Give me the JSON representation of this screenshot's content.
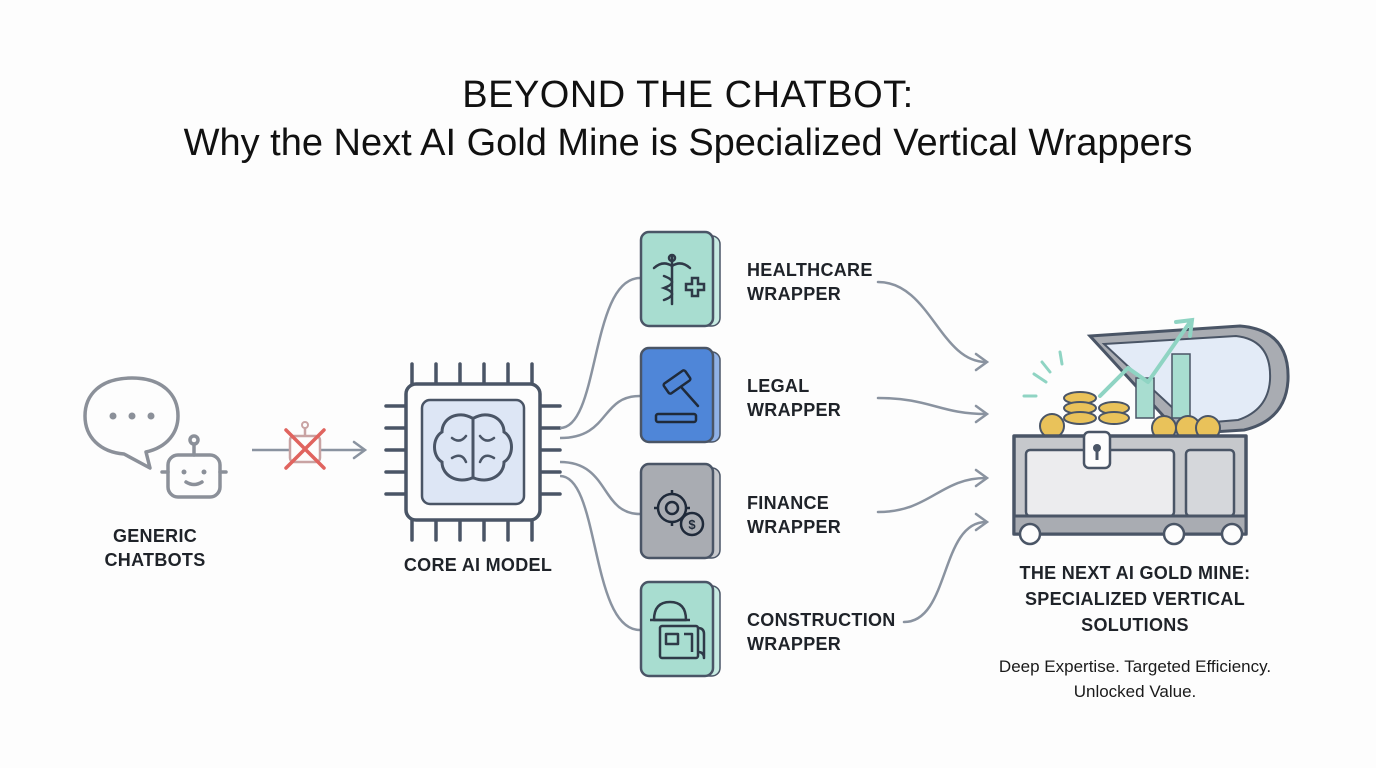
{
  "title": {
    "line1": "BEYOND THE CHATBOT:",
    "line2": "Why the Next AI Gold Mine is Specialized Vertical Wrappers"
  },
  "nodes": {
    "generic": {
      "line1": "GENERIC",
      "line2": "CHATBOTS",
      "icon": "chat-bubble-robot-icon"
    },
    "core": {
      "label": "CORE AI MODEL",
      "icon": "brain-chip-icon"
    },
    "wrappers": [
      {
        "line1": "HEALTHCARE",
        "line2": "WRAPPER",
        "icon": "caduceus-icon",
        "color": "#a8ddd0"
      },
      {
        "line1": "LEGAL",
        "line2": "WRAPPER",
        "icon": "gavel-icon",
        "color": "#4f86d8"
      },
      {
        "line1": "FINANCE",
        "line2": "WRAPPER",
        "icon": "gear-dollar-icon",
        "color": "#a9acb2"
      },
      {
        "line1": "CONSTRUCTION",
        "line2": "WRAPPER",
        "icon": "hardhat-blueprint-icon",
        "color": "#a8ddd0"
      }
    ],
    "goldmine": {
      "line1": "THE NEXT AI GOLD MINE:",
      "line2": "SPECIALIZED VERTICAL",
      "line3": "SOLUTIONS",
      "icon": "treasure-chest-icon"
    }
  },
  "tagline": {
    "line1": "Deep Expertise. Targeted Efficiency.",
    "line2": "Unlocked Value."
  },
  "colors": {
    "stroke": "#4a5566",
    "connector": "#8a93a0",
    "cross": "#e0645f",
    "chip_fill": "#dde6f5",
    "teal": "#a8ddd0",
    "blue": "#4f86d8",
    "gray": "#a9acb2",
    "gold": "#e9c25a"
  }
}
